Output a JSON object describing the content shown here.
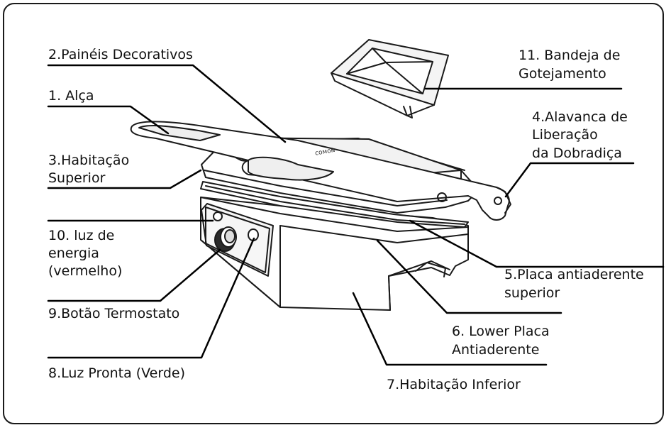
{
  "labels": {
    "paineis_decorativos": "2.Painéis Decorativos",
    "alca": "1. Alça",
    "habitacao_superior_l1": "3.Habitação",
    "habitacao_superior_l2": "Superior",
    "luz_energia_l1": "10. luz de",
    "luz_energia_l2": "energia",
    "luz_energia_l3": "(vermelho)",
    "botao_termostato": "9.Botão Termostato",
    "luz_pronta": "8.Luz Pronta (Verde)",
    "bandeja_l1": "11. Bandeja de",
    "bandeja_l2": "Gotejamento",
    "alavanca_l1": "4.Alavanca de",
    "alavanca_l2": "Liberação",
    "alavanca_l3": "da Dobradiça",
    "placa_superior_l1": "5.Placa antiaderente",
    "placa_superior_l2": "superior",
    "placa_inferior_l1": "6. Lower Placa",
    "placa_inferior_l2": "Antiaderente",
    "habitacao_inferior": "7.Habitação Inferior"
  },
  "device": {
    "brand_mark": "ᴄᴏᴍᴏɴ"
  }
}
